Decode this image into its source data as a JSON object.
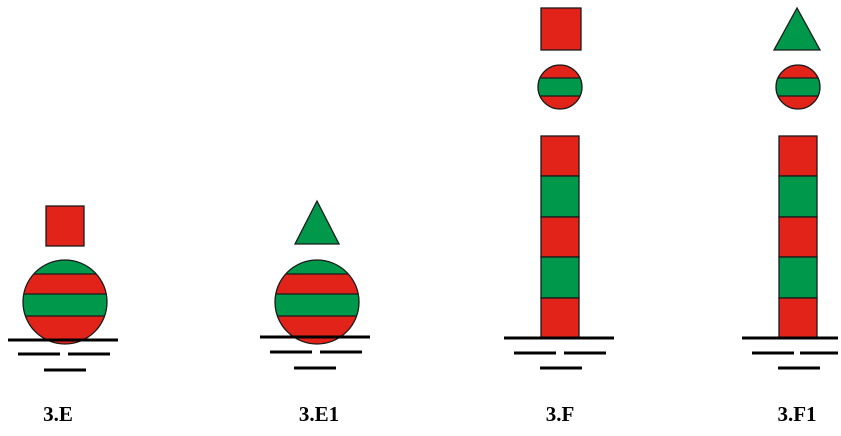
{
  "colors": {
    "red": "#e2231a",
    "green": "#00994c",
    "outline": "#1a1a1a",
    "waterline": "#000000"
  },
  "buoys": [
    {
      "id": "3.E",
      "label": "3.E",
      "shape": "spherical",
      "topmark": "square",
      "topmark_color": "red"
    },
    {
      "id": "3.E1",
      "label": "3.E1",
      "shape": "spherical",
      "topmark": "triangle",
      "topmark_color": "green"
    },
    {
      "id": "3.F",
      "label": "3.F",
      "shape": "spar",
      "topmark": "square",
      "topmark_color": "red",
      "secondary_topmark": "sphere"
    },
    {
      "id": "3.F1",
      "label": "3.F1",
      "shape": "spar",
      "topmark": "triangle",
      "topmark_color": "green",
      "secondary_topmark": "sphere"
    }
  ]
}
